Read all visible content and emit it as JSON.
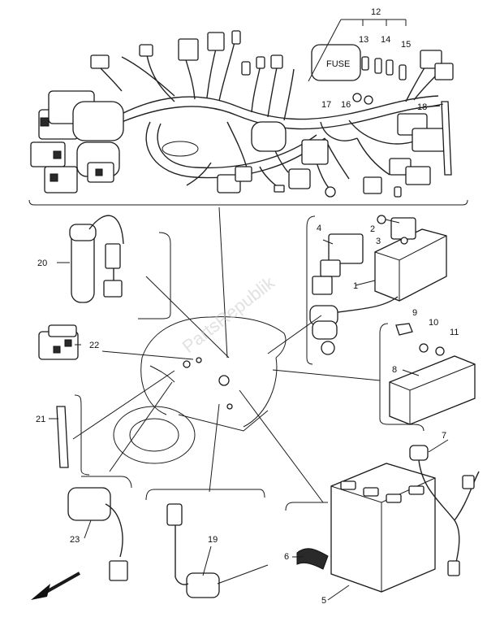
{
  "labels": {
    "p1": "1",
    "p2": "2",
    "p3": "3",
    "p4": "4",
    "p5": "5",
    "p6": "6",
    "p7": "7",
    "p8": "8",
    "p9": "9",
    "p10": "10",
    "p11": "11",
    "p12": "12",
    "p13": "13",
    "p14": "14",
    "p15": "15",
    "p16": "16",
    "p17": "17",
    "p18": "18",
    "p19": "19",
    "p20": "20",
    "p21": "21",
    "p22": "22",
    "p23": "23"
  },
  "fuse_box_text": "FUSE",
  "watermark_text": "PartsRepublik"
}
